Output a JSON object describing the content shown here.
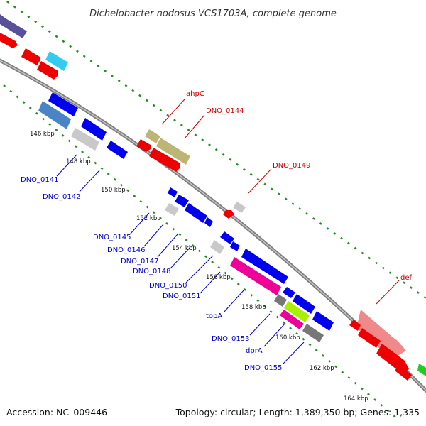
{
  "title": "Dichelobacter nodosus VCS1703A, complete genome",
  "footer": {
    "accession": "Accession: NC_009446",
    "topology": "Topology: circular; Length: 1,389,350 bp; Genes: 1,335"
  },
  "colors": {
    "backbone": "#8a8a8a",
    "tick_line": "#2a8a2a",
    "forward_label": "#cc0000",
    "reverse_label": "#0000cc",
    "label_line_forward": "#cc0000",
    "label_line_reverse": "#0000cc"
  },
  "ticks": [
    "146 kbp",
    "148 kbp",
    "150 kbp",
    "152 kbp",
    "154 kbp",
    "156 kbp",
    "158 kbp",
    "160 kbp",
    "162 kbp",
    "164 kbp"
  ],
  "forward_labels": [
    {
      "text": "ahpC"
    },
    {
      "text": "DNO_0144"
    },
    {
      "text": "DNO_0149"
    },
    {
      "text": "def"
    }
  ],
  "reverse_labels": [
    {
      "text": "DNO_0141"
    },
    {
      "text": "DNO_0142"
    },
    {
      "text": "DNO_0145"
    },
    {
      "text": "DNO_0146"
    },
    {
      "text": "DNO_0147"
    },
    {
      "text": "DNO_0148"
    },
    {
      "text": "DNO_0150"
    },
    {
      "text": "DNO_0151"
    },
    {
      "text": "topA"
    },
    {
      "text": "DNO_0153"
    },
    {
      "text": "dprA"
    },
    {
      "text": "DNO_0155"
    }
  ]
}
